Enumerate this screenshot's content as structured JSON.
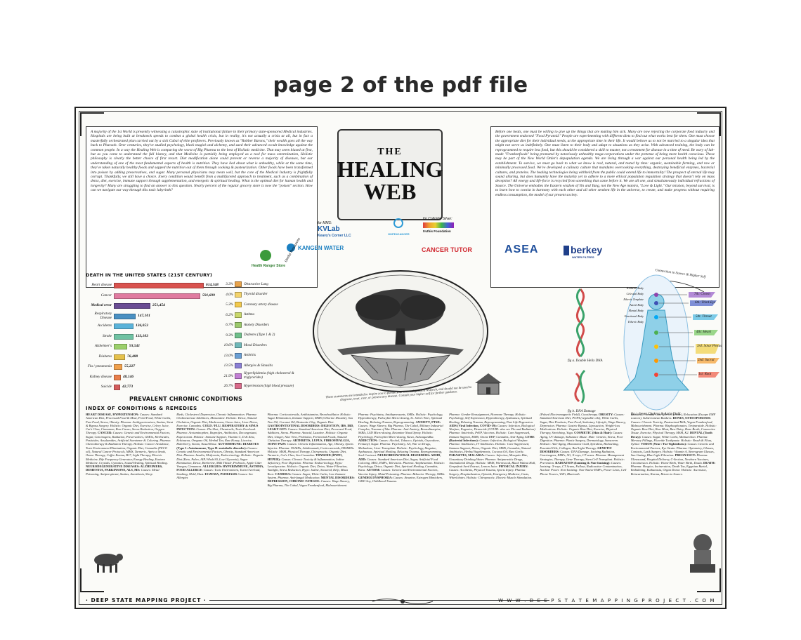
{
  "heading": "page 2 of the pdf file",
  "poster": {
    "title_line1": "THE",
    "title_line2": "HEALING",
    "title_line3": "WEB",
    "intro_left": "A majority of the 1st World is presently witnessing a catastrophic state of institutional failure in their primary state-sponsored Medical industries. Hospitals are being built at breakneck speeds to combat a global health crisis, but in reality, it's not actually a crisis at all, but in fact a masterfully orchestrated plan carried out by a sick Cabal of elite profiteers. Previously known as \"Robber Barons,\" their wealth goes all the way back to Pharaoh. Over centuries, they've studied psychology, black magick and alchemy, and used their advanced occult knowledge against the common people. In a way the Healing Web is comparing the worst of Big Pharma to the best of Holistic medicine. That may seem biased at first, but as you come to understand the full history, and that Medicine is partially being employed as a tool for mass extermination, Holistic philosophy is clearly the better choice of first resort. Diet modification alone could prevent or reverse a majority of diseases, but our understanding of one of the most fundamental aspects of health is nutrition. They have lied about what is unhealthy, while at the same time, they've taken naturally healthy foods and sapped the nutrition out of them through cooking & pasteurization. Other foods have been transformed into poison by adding preservatives, and sugar. Many personal physicians may mean well, but the core of the Medical Industry is frightfully corrupt. Thankfully, we still have a choice. Every condition would benefit from a multifaceted approach to treatment, such as a combination of detox, diet, exercise, immune support through supplementation, and energetic & spiritual healing. What is the optimal diet for human health and longevity? Many are struggling to find an answer to this question. Nearly percent of the regular grocery store is now the \"poison\" section. How can we navigate our way through this toxic labyrinth?",
    "intro_right": "Before one heals, one must be willing to give up the things that are making him sick. Many are now rejecting the corporate food industry and the government endorsed \"Food Pyramid.\" People are experimenting with different diets to find out what works best for them. One must choose the appropriate diet for their individual needs, at the appropriate time in their life. It would behove us to not be married to a singular idea that might not serve us indefinitely. One must listen to their body and adapt to situations as they arise. With advanced training, the body can be reprogrammed to require less food, but this should be considered a skill to master, not a treatment for disease in a time of need. Be wary of lab-made \"Frankenfoods\" being promoted by notoriously unhealthy mega-corporations under the pretense of being more health conscious. These may be part of the New World Order's depopulation agenda. We are living through a war against our personal health being led by the establishment. To survive, we must go back to what we know is real, natural, and tested by time: organic, sustainable farming, and raw or minimally processed food. We've developed a culinary culture that mandates overcooking everything, destroying beneficial enzymes, bacterial cultures, and proteins. The healing technologies being withheld from the public could extend life to immortality! The prospect of eternal life may sound alluring, but does humanity have the maturity yet to adhere to a more ethical population regulation strategy that doesn't rely on mass deception? All energy and life-force is recycled from something that came before it. We are all one, and simultaneously individual refractions of Source. The Universe embodies the Eastern wisdom of Yin and Yang, not the New Age mantra, \"Love & Light.\" Our mission, beyond survival, is to learn how to coexist in harmony with each other and all other sentient life in the universe, to create, and make progress without requiring endless consumption, the model of our present society."
  },
  "sponsors": {
    "for_mms": "for MMS:",
    "kvlab": "KVLab",
    "kvlab_sub": "Keavy's Corner LLC",
    "hope4cancer": "HOPE4CANCER",
    "colloidal": "for Colloidal Silver:",
    "truthis": "truthis Foundation",
    "kangen": "KANGEN WATER",
    "cancer_tutor": "CANCER TUTOR",
    "asea": "ASEA",
    "berkey": "berkey",
    "berkey_sub": "WATER FILTERS",
    "health_ranger": "Health Ranger Store",
    "useful_resources": "Useful Resources"
  },
  "death_chart": {
    "title": "DEATH IN THE UNITED STATES (21ST CENTURY)",
    "max": 614348,
    "rows": [
      {
        "label": "Heart disease",
        "value": 614348,
        "value_label": "614,348",
        "color": "#d9534f"
      },
      {
        "label": "Cancer",
        "value": 591699,
        "value_label": "591,699",
        "color": "#e07ba0"
      },
      {
        "label": "Medical error",
        "value": 251454,
        "value_label": "251,454",
        "color": "#6a4c93"
      },
      {
        "label": "Respiratory Disease",
        "value": 147101,
        "value_label": "147,101",
        "color": "#4a90c2"
      },
      {
        "label": "Accidents",
        "value": 136053,
        "value_label": "136,053",
        "color": "#5bb3d9"
      },
      {
        "label": "Stroke",
        "value": 133103,
        "value_label": "133,103",
        "color": "#6fc2a2"
      },
      {
        "label": "Alzheimer's",
        "value": 93541,
        "value_label": "93,541",
        "color": "#9bcf6a"
      },
      {
        "label": "Diabetes",
        "value": 76488,
        "value_label": "76,488",
        "color": "#e5c14c"
      },
      {
        "label": "Flu / pneumonia",
        "value": 55227,
        "value_label": "55,227",
        "color": "#f0a04b"
      },
      {
        "label": "Kidney disease",
        "value": 48146,
        "value_label": "48,146",
        "color": "#e87e4a"
      },
      {
        "label": "Suicide",
        "value": 42773,
        "value_label": "42,773",
        "color": "#d45d5d"
      }
    ]
  },
  "chronic_chart": {
    "title": "PREVALENT CHRONIC CONDITIONS",
    "rows": [
      {
        "pct": "3.3%",
        "label": "Obstructive Lung",
        "color": "#e8a34b"
      },
      {
        "pct": "4.0%",
        "label": "Thyroid disorder",
        "color": "#f3d36b"
      },
      {
        "pct": "5.3%",
        "label": "Coronary artery disease",
        "color": "#f2c94c"
      },
      {
        "pct": "6.2%",
        "label": "Asthma",
        "color": "#c9d86b"
      },
      {
        "pct": "6.7%",
        "label": "Anxiety Disorders",
        "color": "#9bc96b"
      },
      {
        "pct": "9.3%",
        "label": "Diabetes (Type 1 & 2)",
        "color": "#6fbf8a"
      },
      {
        "pct": "10.6%",
        "label": "Mood Disorders",
        "color": "#6fb8b8"
      },
      {
        "pct": "13.0%",
        "label": "Arthritis",
        "color": "#6a9fd4"
      },
      {
        "pct": "13.5%",
        "label": "Allergies & Sinusitis",
        "color": "#8a7fd4"
      },
      {
        "pct": "21.9%",
        "label": "Hyperlipidemia (high cholesterol & triglycerides)",
        "color": "#c27fd4"
      },
      {
        "pct": "26.7%",
        "label": "Hypertension (high blood pressure)",
        "color": "#d96a8a"
      }
    ]
  },
  "figures": {
    "dna_a": "fig a. Double Helix DNA",
    "dna_b": "fig b. DNA Damage",
    "chakra": "fig c. Seven Chakras & Auric Field",
    "connection": "Connection to Source & Higher Self",
    "chakras": [
      "7th: Crown",
      "6th: Third-Eye",
      "5th: Throat",
      "4th: Heart",
      "3rd: Solar Plexus",
      "2nd: Sacral",
      "1st: Root"
    ],
    "layers": [
      "Ketheric Body",
      "Celestial Body",
      "Etheric Template",
      "Astral Body",
      "Mental Body",
      "Emotional Body",
      "Etheric Body"
    ],
    "tree_caption": "These statements are intended to inspire you to pursue your own independent research, and should not be used to diagnose, treat, cure, or prevent any disease. Consult your higher self for further guidance."
  },
  "index": {
    "heading": "INDEX OF CONDITIONS & REMEDIES",
    "columns": [
      "<b>HEART DISEASE, HYPERTENSION:</b> Causes: Standard American Diet, Processed Food & Meat, Fried Food, White Carbs, Fast Food, Stress, Obesity. Pharma: Antihypertensives, Statins, Stent & Bypass Surgery. Holistic: Organic Diet, Exercise, Celery Juice, Cat's Claw, Cinnamon, Raw Cacao, Stress Reduction, Oxygen Therapy. <b>CANCER:</b> Causes: Genetic and Environmental Factors, Sugar, Carcinogens, Radiation, Preservatives, GMOs, Herbicides, Pesticides, Acrylamides, Artificial Sweetener & Coloring. Pharma: Chemotherapy & Radiation Therapy. Holistic: Cancer Avoidance, Toxic Environment Elimination, Organic Diet, Cannabis (FECO oil), Natural Cancer Protocols, MMS, Turmeric, Apricot Seeds, Ozone Therapy, Coffee Enema, B17, Light Therapy, Electric Medicine, Rife Frequency Generator, Energy Healing, Eastern Medicine, Crystals, Cymatics, Sound Healing, Spiritual Healing. <b>NEURODEGENERATIVE DISEASES: ALZHEIMERS, DEMENTIA, PARKINSONS, ALS, MS:</b> Causes: Metal Poisoning, Antiperspirant, Statins, Anesthesia, Sleep",
      "Meds, Cholesterol Depression, Chronic Inflammation. Pharma: Cholinesterase Inhibitors, Memantine. Holistic: Detox, Natural Chelation, Organic Diet, Mushrooms, Green Juice, Liver Detox, Exercise, Cannabis. <b>COLD / FLU, RESPIRATORY & SINUS INFECTION:</b> Causes: Flu Shot, Chemtrails, Toxin Overload. Pharma: Acetaminophen, Ibuprofen, Antibiotics, Decongestant, Expectorant. Holistic: Immune Support, Vitamin C, D & Zinc, Echinacea, Oregano Oil, Herbal Tea, Raw Honey, Licorice, Elderberry, Steam, Nasal Rinse. <b>AUTOIMMUNE: DIABETES (Type 1: Autoimmune, Type II: metabolic disorder):</b> Causes: Genetic and Environmental Factors, Obesity, Standard American Diet. Pharma: Insulin, Metformin, Endocrinology. Holistic: Organic Diet (Keto, Paleo, AIP, Whole30, Low Glycemic), Sugar Elimination, Detox, Berberine, Milk Thistle, Probiotic, Apple Cider Vinegar, Cinnamon. <b>ALLERGIES: HYPERIMMUNE, ASTHMA, FOOD ALLERGY:</b> Causes: Toxic Environment, Toxin Overload, Smoking, Mold, Dust. <b>ECZEMA, PSORIASIS</b> Causes: See Allergies",
      "Pharma: Corticosteroids, Antihistamine, Bronchodilator. Holistic: Sugar Elimination, Immune Support, MMS (Chlorine Dioxide), Sea Tree Oil, Coconut Oil, Bentonite Clay, Organic Diet. <b>GASTROINTESTINAL DISORDERS: DIGESTION, IBS, IBD, LEAKY GUT:</b> Causes: Standard American Diet, Processed Food, Additives, Stress. Pharma: Antacid, Laxative. Holistic: Organic Diet, Ginger, Aloe Vera, Probiotics, Fermented Foods, Natural Chelation Therapy. <b>ARTHRITIS, LUPUS, FIBROMYALGIA, JOINT PAIN:</b> Causes: Chronic Inflammation, Age, Obesity, Sports Injuries. Pharma: NSAIDs, Adalimumab, Corticosteroids, DMARDs. Holistic: MSM, Physical Therapy, Chiropractic, Organic Diet, Turmeric, Cat's Claw, Sea Cucumber. <b>THYROID (HYPO, HYPER):</b> Causes: Chronic Toxicity & Inflammation, Iodine deficiency, Poor Digestion. Pharma: Endocrinology, Hypo: Levothyroxine. Holistic: Organic Diet, Detox, Water Filtration, Sunlight, Stress Reduction, Hypo: Iodine, Seaweed, Kelp, Maca Root. <b>CANDIDA:</b> Causes: Sugar, White Carbs, Low Immune System. Pharma: Anti-fungal Medication. <b>MENTAL DISORDERS: DEPRESSION, CHRONIC FATIGUE:</b> Causes: Wage Slavery, Big Pharma, The Cabal, Vegan Frankenfood, Malnourishment.",
      "Pharma: Psychiatry, Antidepressants, SSRIs. Holistic: Psychology, Hypnotherapy, Psilocybin Micro-dosing, St. John's Wort, Spiritual Healing, Relaxing Trauma, Reprogramming. <b>ANXIETY, PTSD:</b> Causes: Wage Slavery, Big Pharma, The Cabal, Military Industrial Complex, Trauma of War. Pharma: Anti-Anxiety, Benzodiazepine, SSRIs, LSD Micro-dosing, Ketamine Nasal Spray. Holistic: Psychology, Psilocybin Micro-dosing, Kava, Ashwagandha. <b>ADDICTION:</b> Causes: Alcohol, Tobacco, Opioids, Oxycodone, Fentanyl, Sugar. Pharma: Psychiatry, AA, War on Drugs, Methadone, Liver Transplant. Holistic: Psychology, Ibogaine, Ayahuasca, Spiritual Healing, Relaxing Trauma, Reprogramming, Soul Contract. <b>NEUROBEHAVIORAL DISORDERS: ADHD, ADD:</b> Causes: Standard American Diet, Sugar, Artificial Food Coloring, MSG, EMFs, Television. Pharma: Amphetamine. Holistic: Psychology, Detox, Organic Diet, Spiritual Healing, Cannabis, Kava. <b>AUTISM:</b> Causes: Genetic and Environmental Factors, Vaccine Injury, Metal Poisoning. Pharma: Behavior Therapy, SSRIs. <b>GENDER DYSPHORIA:</b> Causes: Atrazine, Estrogen Mimickers, GMO Soy, Childhood Trauma.",
      "Pharma: Gender Reassignment, Hormone Therapy. Holistic: Psychology, Self Expression, Hypnotherapy, Ayahuasca, Spiritual Healing, Relaxing Trauma, Reprogramming, Past Life Regression. <b>AIDS (Viral Infection, COVID-19):</b> Causes: Infection, Biological Warfare, Eugenics, Democide (COVID: also see Flu and Radiation). Pharma: Antivirals, PrEP, Vaccines. Holistic: Care Suppressed, Immune Support, MMS, Ozone RHP, Cannabis, Anti-Aging. <b>LYME (Bacterial Infections):</b> Causes: Infection, Biological Warfare. Pharma: Antibiotics, IV Antibiotics. Holistic: Care Suppressed, Immune Support, Detox, Organic Diet, MMS, Cannabis, Natural Antibiotics, Herbal Supplements, Coconut Oil, Raw Garlic. <b>PARASITES, MALARIA:</b> Causes: Infection, Mosquito Bite, Unsanitary Drinking Water. Pharma: Antiparasitic Drugs, Antimalarial Drugs. Holistic: MMS, Wormwood, Black Walnut Hull, Grapefruit Seed Extract, Lemon Juice. <b>PHYSICAL INJURY:</b> Causes: Accidents, Physical Trauma, Sports Injury. Pharma: Surgery, Hospitalization, Opioids, Emergency Medicine, Casts, Wheelchairs. Holistic: Chiropractic, Electric Muscle Stimulation.",
      "(Pulsed Electromagnetic Field), Cryotherapy. <b>OBESITY:</b> Causes: Standard American Diet, PUFA (vegetable oils), White Carbs, Sugar, Diet Products, Fast Food, Sedentary Lifestyle, Wage Slavery, Depression. Pharma: Gastric Bypass, Liposuction, Weight-loss Medications. Holistic: Organic Raw Diet, Exercise, Physical Therapy, Stretching, Yoga. <b>COSMETIC (Skin & Hair):</b> Causes: Aging, UV damage, Substance Abuse. Hair: Genetic, Stress, Poor Digestion. Pharma: Plastic Surgery, Dermatology, Sunscreen. Holistic: Anti-Aging, Monatomic Gold, Spirulina, Biohacking, Essential Oils, Collagen, Red Light Therapy. <b>GENETIC DISORDERS:</b> Causes: DNA Damage, Ionizing Radiation, Carcinogens, EMFs, 5G, X-rays, CT scans. Pharma: Management Strategies, Therapy, Gene Therapy, Stem Cell Transplant. Holistic: Prevention. <b>RADIATION (Ionizing & Non-Ionizing):</b> Causes: Ionizing: X-rays, CT Scans, Fallout, Radioactive Contamination, Nuclear Power. Non-Ionizing: Non-Native EMFs, Power Lines, Cell Phone Towers, WiFi, Bluetooth.",
      "Benefits), Faraday Case (for cell phone), Relocation (Escape EMF sources), Subterranean Bunkers. <b>BONES, OSTEOPOROSIS:</b> Causes: Chronic Toxicity, Pasteurized Milk, Vegan Frankenfood, Malnourishment. Pharma: Bisphosphonates, Teriparatide. Holistic: Organic Raw Diet, Raw Meat, Raw Dairy, Bone Broth, Connective Tissue, Exercise, Physical Therapy, MSM, K2. <b>DENTAL (Tooth Decay):</b> Causes: Sugar, White Carbs, Malnutrition. Pharma: Mercury Fillings, Fluoride Toothpaste. Holistic: Brush & Floss, Xylitol. <b>VISION (Near / Far-Sightedness):</b> Causes: Genetic and Environmental Factors, Eye Strain. Pharma: Optometry, Glasses, Contacts, Lasik Surgery. Holistic: Vitamin A, Stereogram Glasses, Sun Gazing, Blue Light Filtration. <b>PREGNANCY:</b> Pharma: Ultrasound, Hospital Delivery, C-Section, Newborn Vaccines, Circumcision. Holistic: Home Birth, Water Birth, Doula. <b>DEATH:</b> Pharma: Hospice, Incineration, Death Tax, Egyptian Burial, Embalming, Euthanasia, Organ Donor. Holistic: Ascension, Reincarnation, Karma, Return to Source."
    ]
  },
  "footer": {
    "left": "· DEEP STATE MAPPING PROJECT ·",
    "right": "W W W . D E E P S T A T E M A P P I N G P R O J E C T . C O M"
  }
}
